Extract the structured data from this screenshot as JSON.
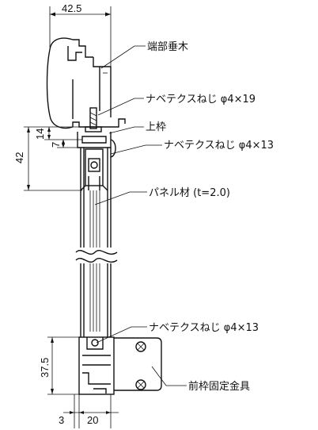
{
  "callouts": {
    "end_mullion": "端部垂木",
    "pan_screw_1": "ナベテクスねじ φ4×19",
    "top_frame": "上枠",
    "pan_screw_2": "ナベテクスねじ φ4×13",
    "panel": "パネル材 (t=2.0)",
    "pan_screw_3": "ナベテクスねじ φ4×13",
    "front_bracket": "前枠固定金具"
  },
  "dimensions": {
    "top_width": "42.5",
    "d14": "14",
    "d7": "7",
    "d42": "42",
    "d37_5": "37.5",
    "bottom_3": "3",
    "bottom_20": "20"
  },
  "colors": {
    "ink": "#111111",
    "paper": "#ffffff"
  }
}
